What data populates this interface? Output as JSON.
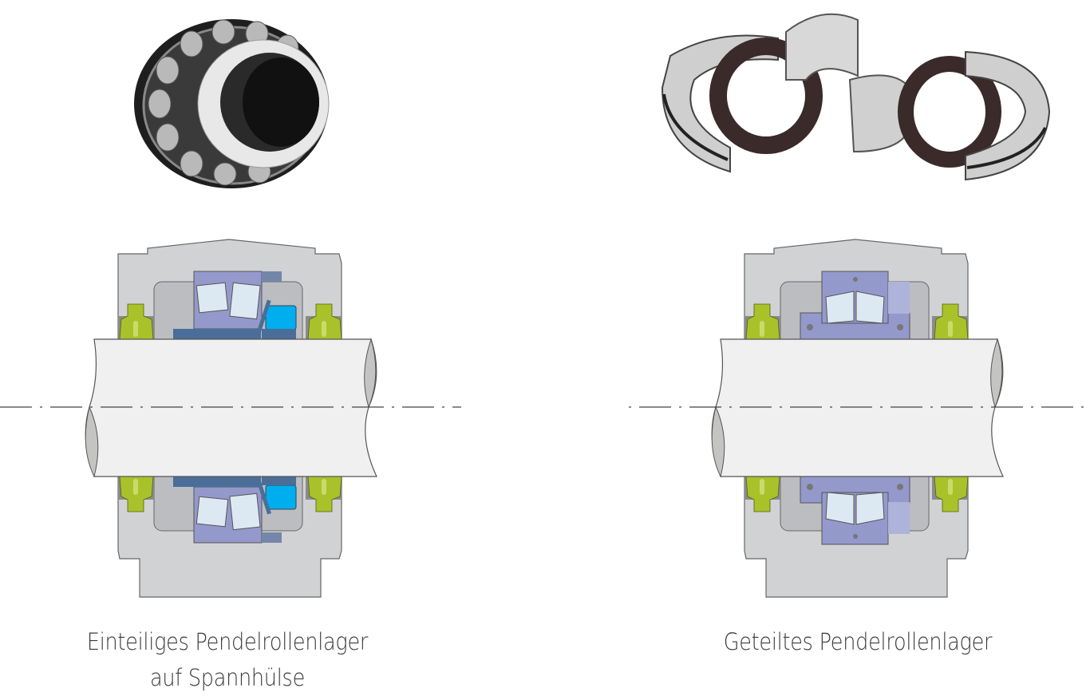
{
  "left": {
    "caption_line1": "Einteiliges Pendelrollenlager",
    "caption_line2": "auf Spannhülse"
  },
  "right": {
    "caption_line1": "Geteiltes Pendelrollenlager"
  },
  "colors": {
    "housing": "#d1d2d4",
    "cavity": "#bcbdc0",
    "bearing": "#9499cc",
    "roller": "#dde9f2",
    "seal": "#a9c22a",
    "sleeve": "#4a6e99",
    "nut": "#00aeef",
    "shaft": "#f0f0f0"
  }
}
